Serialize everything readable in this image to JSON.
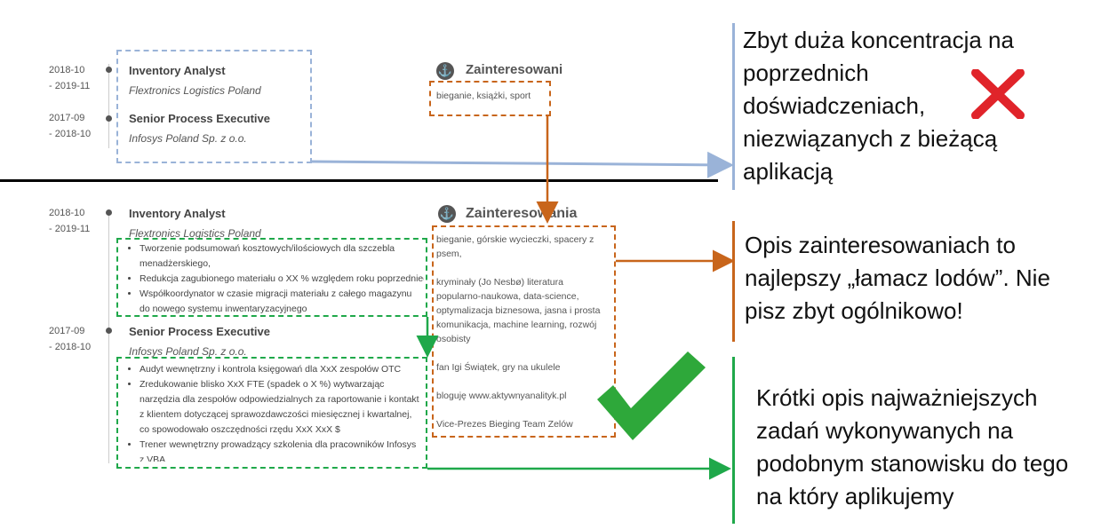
{
  "top": {
    "jobs": [
      {
        "date": "2018-10\n- 2019-11",
        "title": "Inventory Analyst",
        "company": "Flextronics Logistics Poland"
      },
      {
        "date": "2017-09\n- 2018-10",
        "title": "Senior Process Executive",
        "company": "Infosys Poland Sp. z o.o."
      }
    ],
    "interests_title": "Zainteresowani",
    "interests_text": "bieganie, książki, sport"
  },
  "bottom": {
    "jobs": [
      {
        "date": "2018-10\n- 2019-11",
        "title": "Inventory Analyst",
        "company": "Flextronics Logistics Poland",
        "bullets": [
          "Tworzenie podsumowań kosztowych/ilościowych dla szczebla menadżerskiego,",
          "Redukcja zagubionego materiału o XX % względem roku poprzedniego",
          "Współkoordynator w czasie migracji materiału z całego magazynu do nowego systemu inwentaryzacyjnego"
        ]
      },
      {
        "date": "2017-09\n- 2018-10",
        "title": "Senior Process Executive",
        "company": "Infosys Poland Sp. z o.o.",
        "bullets": [
          "Audyt wewnętrzny i kontrola księgowań dla XxX zespołów OTC",
          "Zredukowanie blisko XxX FTE (spadek o X %) wytwarzając narzędzia dla zespołów odpowiedzialnych za raportowanie i kontakt z klientem dotyczącej sprawozdawczości miesięcznej i kwartalnej, co spowodowało oszczędności rzędu XxX XxX $",
          "Trener wewnętrzny prowadzący szkolenia dla pracowników Infosys z VBA"
        ]
      }
    ],
    "interests_title": "Zainteresowania",
    "interests_paragraphs": [
      "bieganie, górskie wycieczki, spacery z psem,",
      "kryminały (Jo Nesbø) literatura popularno-naukowa, data-science, optymalizacja biznesowa, jasna i prosta komunikacja, machine learning, rozwój osobisty",
      "fan Igi Świątek, gry na ukulele",
      "bloguję www.aktywnyanalityk.pl",
      "Vice-Prezes Bieging Team Zelów"
    ]
  },
  "notes": {
    "bad": "Zbyt duża koncentracja na poprzednich doświadczeniach, niezwiązanych z bieżącą aplikacją",
    "interests": "Opis zainteresowaniach to najlepszy „łamacz lodów”. Nie pisz zbyt ogólnikowo!",
    "good": "Krótki opis najważniejszych zadań wykonywanych na podobnym stanowisku do tego na który aplikujemy"
  },
  "colors": {
    "blue": "#9ab3d8",
    "orange": "#c8651b",
    "green": "#1fa84a",
    "red_cross": "#e0242a",
    "check": "#2ea83a"
  },
  "icons": [
    "anchor-icon",
    "red-cross-icon",
    "green-check-icon"
  ]
}
